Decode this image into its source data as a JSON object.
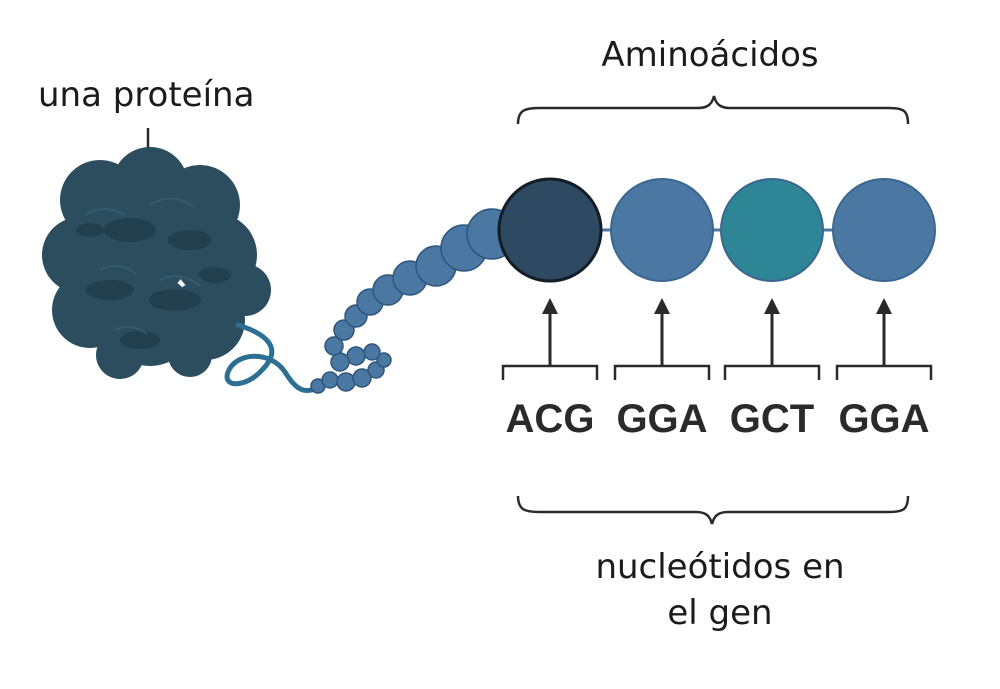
{
  "labels": {
    "protein": "una proteína",
    "amino_acids": "Aminoácidos",
    "nucleotides_line1": "nucleótidos en",
    "nucleotides_line2": "el gen"
  },
  "amino_acids": [
    {
      "color": "#2d4a62"
    },
    {
      "color": "#4b77a3"
    },
    {
      "color": "#2e8595"
    },
    {
      "color": "#4b77a3"
    }
  ],
  "codons": [
    "ACG",
    "GGA",
    "GCT",
    "GGA"
  ],
  "colors": {
    "protein": "#2b4d5e",
    "protein_shade": "#213d4c",
    "chain_beads": "#4b77a3",
    "strand": "#2c6f92",
    "lines": "#2a2a2a"
  },
  "icons": {
    "protein": "folded-protein-blob",
    "arrow": "up-arrow-icon"
  }
}
